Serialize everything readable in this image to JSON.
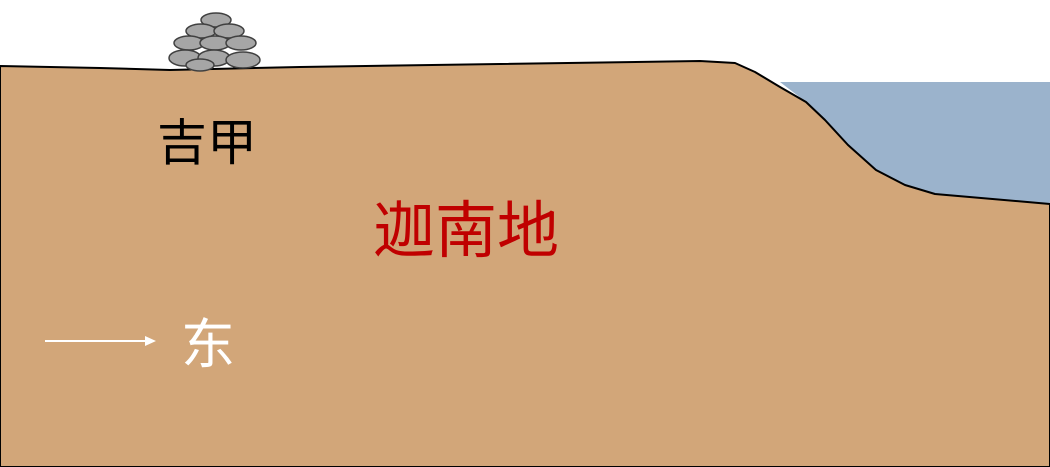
{
  "labels": {
    "place": "吉甲",
    "region": "迦南地",
    "direction": "东"
  },
  "colors": {
    "land": "#d2a679",
    "sea": "#9bb3cc",
    "outline": "#000000",
    "stone": "#a6a6a6",
    "stone_edge": "#404040",
    "place_text": "#000000",
    "region_text": "#c00000",
    "direction": "#ffffff"
  },
  "icons": {
    "stones": "stone-pile-icon",
    "arrow": "arrow-right-icon"
  }
}
